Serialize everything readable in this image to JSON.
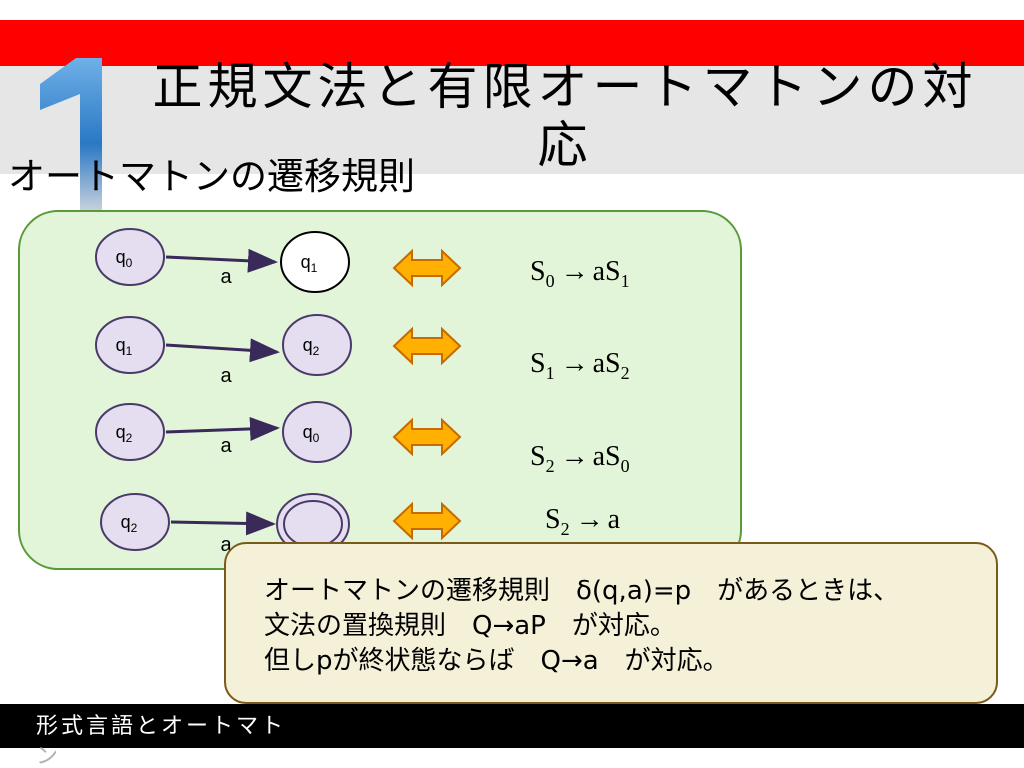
{
  "slide": {
    "number": "1",
    "title": "正規文法と有限オートマトンの対応",
    "subtitle": "オートマトンの遷移規則",
    "footer": "形式言語とオートマト",
    "footer_wrap": "ン"
  },
  "diagram": {
    "edge_label": "a",
    "transitions": [
      {
        "from": "q",
        "from_sub": "0",
        "to": "q",
        "to_sub": "1",
        "to_final": false,
        "rule": {
          "lhs": "S",
          "lhs_sub": "0",
          "arrow": "→",
          "rhs": "aS",
          "rhs_sub": "1"
        }
      },
      {
        "from": "q",
        "from_sub": "1",
        "to": "q",
        "to_sub": "2",
        "to_final": false,
        "rule": {
          "lhs": "S",
          "lhs_sub": "1",
          "arrow": "→",
          "rhs": "aS",
          "rhs_sub": "2"
        }
      },
      {
        "from": "q",
        "from_sub": "2",
        "to": "q",
        "to_sub": "0",
        "to_final": false,
        "rule": {
          "lhs": "S",
          "lhs_sub": "2",
          "arrow": "→",
          "rhs": "aS",
          "rhs_sub": "0"
        }
      },
      {
        "from": "q",
        "from_sub": "2",
        "to": "",
        "to_sub": "",
        "to_final": true,
        "rule": {
          "lhs": "S",
          "lhs_sub": "2",
          "arrow": "→",
          "rhs": "a",
          "rhs_sub": ""
        }
      }
    ]
  },
  "note": {
    "lines": [
      "オートマトンの遷移規則　δ(q,a)=p　があるときは、",
      "文法の置換規則　Q→aP　が対応。",
      "但しpが終状態ならば　Q→a　が対応。"
    ]
  },
  "colors": {
    "title_band": "#ff0000",
    "header_band": "#e6e6e6",
    "box_fill": "#e2f5d8",
    "box_border": "#5a9a3a",
    "state_fill": "#e4def0",
    "state_stroke": "#4a3a6a",
    "double_arrow_fill": "#ffb000",
    "double_arrow_stroke": "#c76a00",
    "note_fill": "#f5f0d8",
    "note_border": "#7a5a1a",
    "number_blue": "#2a78c4"
  }
}
